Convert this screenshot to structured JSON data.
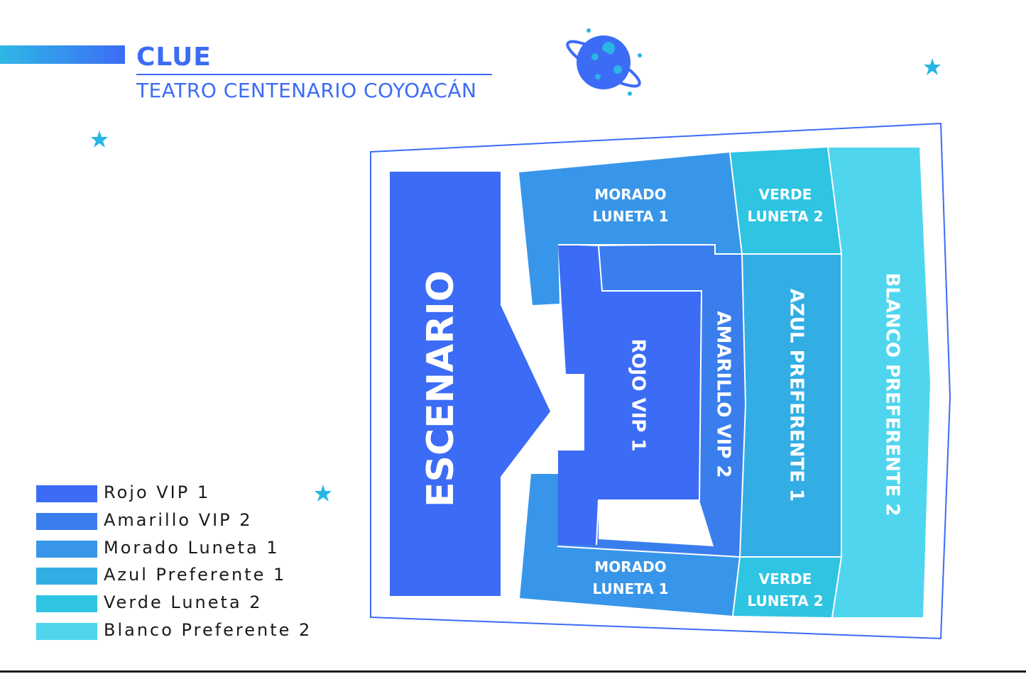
{
  "header": {
    "title": "CLUE",
    "subtitle": "TEATRO CENTENARIO COYOACÁN"
  },
  "stage": {
    "label": "ESCENARIO"
  },
  "sections": {
    "rojo_vip_1": "ROJO VIP 1",
    "amarillo_vip_2": "AMARILLO VIP 2",
    "morado_luneta_1": [
      "MORADO",
      "LUNETA 1"
    ],
    "verde_luneta_2": [
      "VERDE",
      "LUNETA 2"
    ],
    "azul_preferente_1": "AZUL PREFERENTE 1",
    "blanco_preferente_2": "BLANCO PREFERENTE 2"
  },
  "legend": [
    {
      "label": "Rojo VIP 1",
      "color": "#3c6cf5"
    },
    {
      "label": "Amarillo VIP 2",
      "color": "#3a7eee"
    },
    {
      "label": "Morado Luneta 1",
      "color": "#3896ea"
    },
    {
      "label": "Azul Preferente 1",
      "color": "#33aee5"
    },
    {
      "label": "Verde Luneta 2",
      "color": "#2ec4e2"
    },
    {
      "label": "Blanco Preferente 2",
      "color": "#4fd6ee"
    }
  ],
  "colors": {
    "stage": "#3c6cf5",
    "rojo": "#3c6cf5",
    "amarillo": "#3a7eee",
    "morado": "#3896ea",
    "azul": "#33aee5",
    "verde": "#2ec4e2",
    "blanco": "#4fd6ee",
    "outline": "#3c6cf5",
    "star": "#29b6e4",
    "planet": "#3c6cf5"
  },
  "icons": [
    "planet-icon",
    "star-icon"
  ]
}
